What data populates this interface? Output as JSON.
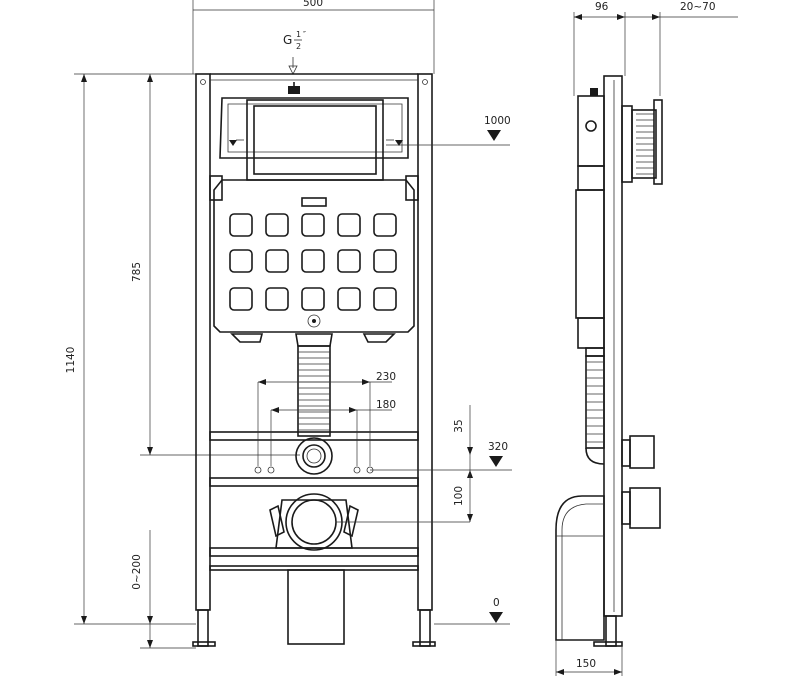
{
  "front_view": {
    "width_label": "500",
    "height_label": "1140",
    "flush_label": "785",
    "adjust_label": "0~200",
    "spacing_outer_label": "230",
    "spacing_inner_label": "180",
    "gap_label": "35",
    "drain_offset_label": "100",
    "inlet_thread_prefix": "G",
    "inlet_num": "1",
    "inlet_den": "2",
    "inlet_unit": "″"
  },
  "levels": {
    "top_level": "1000",
    "rod_level": "320",
    "floor_level": "0"
  },
  "side_view": {
    "depth_label": "96",
    "wall_range_label": "20~70",
    "base_depth_label": "150"
  }
}
